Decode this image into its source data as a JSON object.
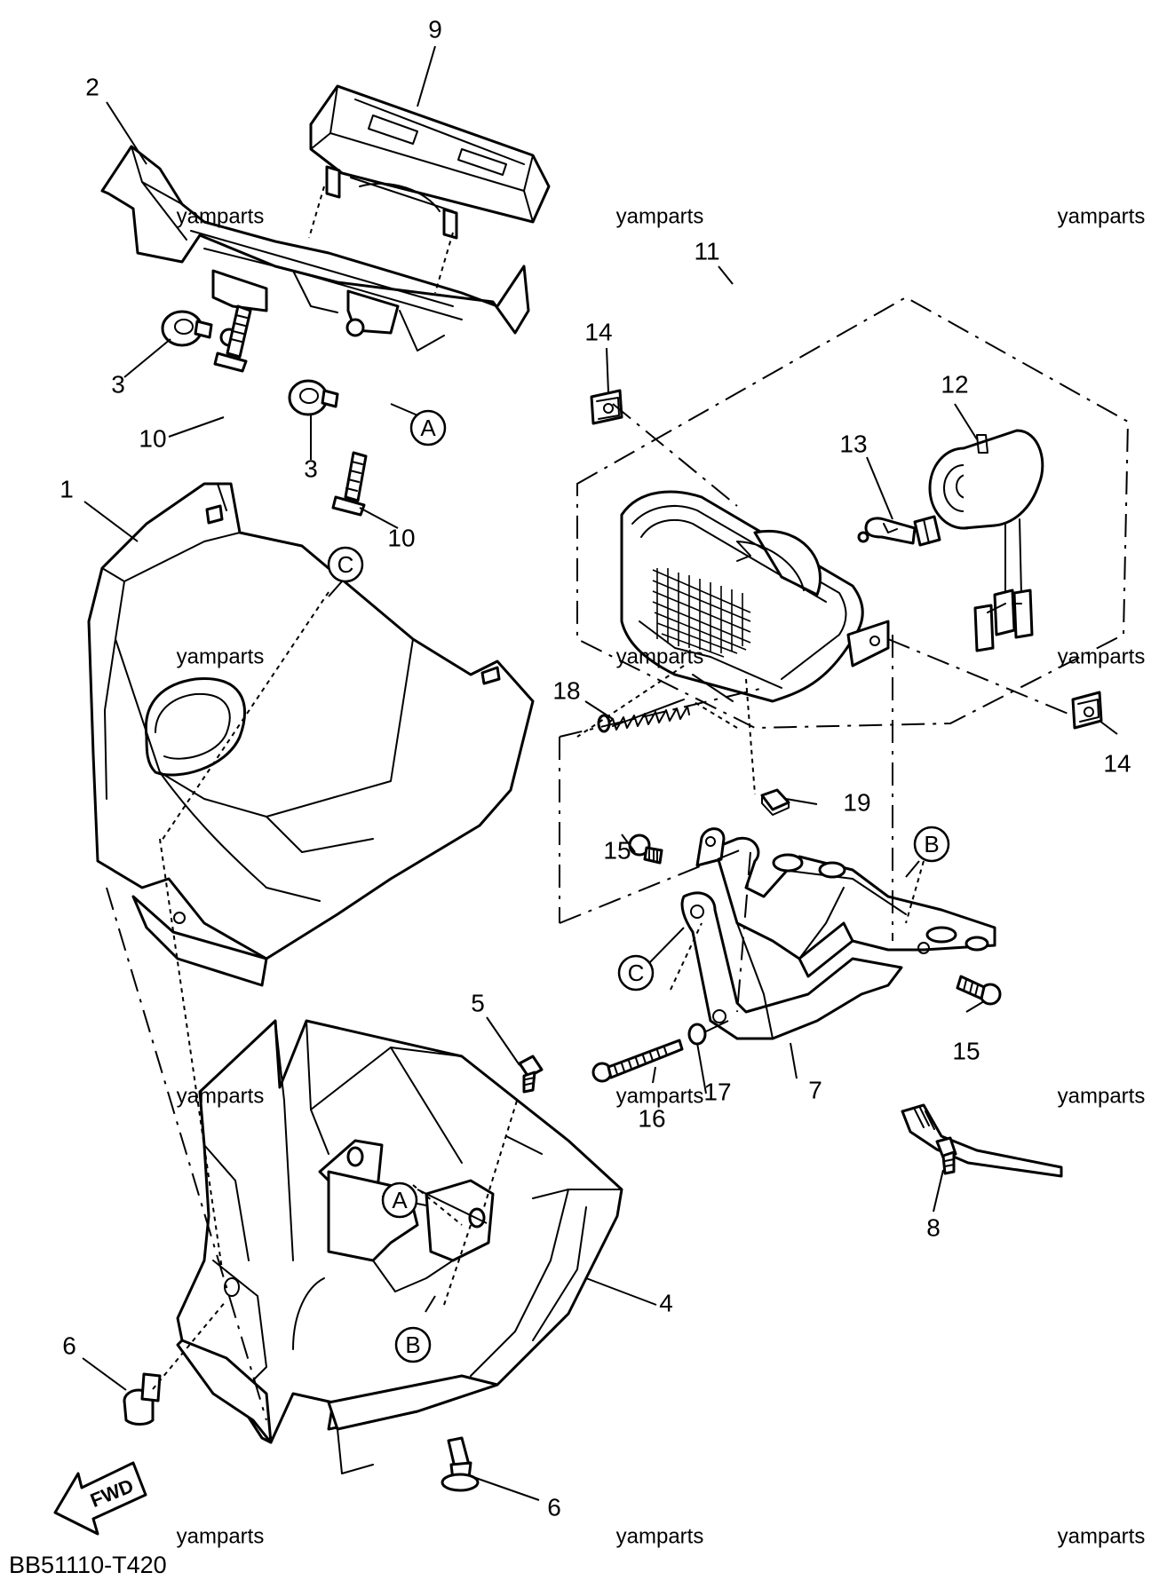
{
  "diagram": {
    "code": "BB51110-T420",
    "watermark": "yamparts",
    "direction_label": "FWD"
  },
  "callouts": [
    {
      "id": "1",
      "label": "1"
    },
    {
      "id": "2",
      "label": "2"
    },
    {
      "id": "3a",
      "label": "3"
    },
    {
      "id": "3b",
      "label": "3"
    },
    {
      "id": "4",
      "label": "4"
    },
    {
      "id": "5",
      "label": "5"
    },
    {
      "id": "6a",
      "label": "6"
    },
    {
      "id": "6b",
      "label": "6"
    },
    {
      "id": "7",
      "label": "7"
    },
    {
      "id": "8",
      "label": "8"
    },
    {
      "id": "9",
      "label": "9"
    },
    {
      "id": "10a",
      "label": "10"
    },
    {
      "id": "10b",
      "label": "10"
    },
    {
      "id": "11",
      "label": "11"
    },
    {
      "id": "12",
      "label": "12"
    },
    {
      "id": "13",
      "label": "13"
    },
    {
      "id": "14a",
      "label": "14"
    },
    {
      "id": "14b",
      "label": "14"
    },
    {
      "id": "15a",
      "label": "15"
    },
    {
      "id": "15b",
      "label": "15"
    },
    {
      "id": "16",
      "label": "16"
    },
    {
      "id": "17",
      "label": "17"
    },
    {
      "id": "18",
      "label": "18"
    },
    {
      "id": "19",
      "label": "19"
    }
  ],
  "reference_marks": [
    {
      "id": "A1",
      "letter": "A"
    },
    {
      "id": "A2",
      "letter": "A"
    },
    {
      "id": "B1",
      "letter": "B"
    },
    {
      "id": "B2",
      "letter": "B"
    },
    {
      "id": "C1",
      "letter": "C"
    },
    {
      "id": "C2",
      "letter": "C"
    }
  ]
}
